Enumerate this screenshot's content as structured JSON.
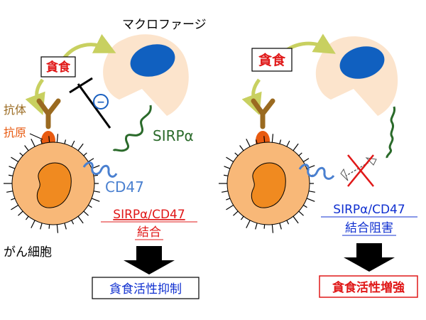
{
  "labels": {
    "macrophage": "マクロファージ",
    "phagocytosis": "貪食",
    "antibody": "抗体",
    "antigen": "抗原",
    "cancer_cell": "がん細胞",
    "sirpa": "SIRPα",
    "cd47": "CD47",
    "inhibition_mark": "−"
  },
  "left_panel": {
    "binding_line1": "SIRPα/CD47",
    "binding_line2": "結合",
    "result": "貪食活性抑制"
  },
  "right_panel": {
    "binding_line1": "SIRPα/CD47",
    "binding_line2": "結合阻害",
    "result": "貪食活性増強"
  },
  "colors": {
    "cell_fill": "#f8b878",
    "nucleus_fill": "#f08a20",
    "macrophage_fill": "#fce4cc",
    "macrophage_nucleus": "#1060c0",
    "sirpa_green": "#2a6a2a",
    "cd47_blue": "#4a80d0",
    "antibody_brown": "#9a6a20",
    "antigen_orange": "#e85a10",
    "highlight_red": "#e01818",
    "highlight_blue": "#1030d0",
    "arrow_black": "#000000"
  }
}
